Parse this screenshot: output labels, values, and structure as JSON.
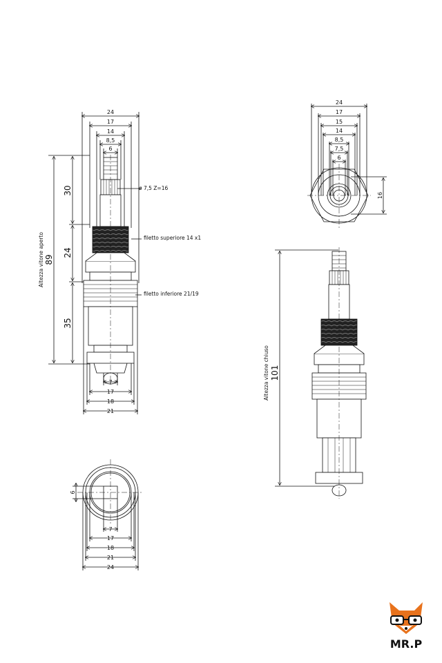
{
  "open_view": {
    "top_dims": [
      "24",
      "17",
      "14",
      "8,5",
      "6"
    ],
    "vertical_dims": [
      "30",
      "24",
      "35",
      "89"
    ],
    "height_label": "Altezza vitone aperto",
    "spline_note": "ø 7,5  Z=16",
    "upper_thread_note": "filetto superiore 14 x1",
    "lower_thread_note": "filetto inferiore 21/19",
    "bottom_dims": [
      "7",
      "17",
      "18",
      "21"
    ]
  },
  "bottom_view": {
    "side_dim": "6",
    "dims": [
      "7",
      "17",
      "18",
      "21",
      "24"
    ]
  },
  "top_view": {
    "dims": [
      "24",
      "17",
      "15",
      "14",
      "8,5",
      "7,5",
      "6"
    ],
    "side_dim": "16"
  },
  "closed_view": {
    "height_label": "Altezza vitone chiuso",
    "height_dim": "101"
  },
  "logo": {
    "text": "MR.P"
  }
}
